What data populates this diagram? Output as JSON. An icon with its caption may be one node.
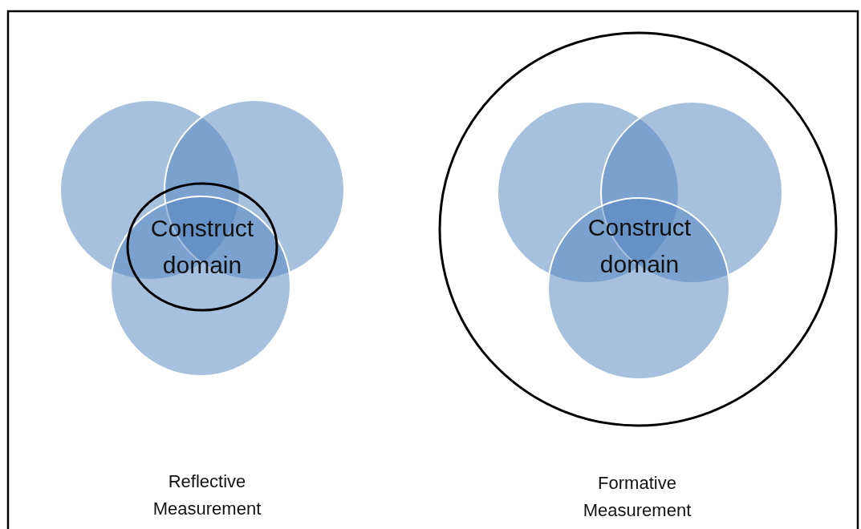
{
  "diagram": {
    "nodes": [
      {
        "text": [],
        "shape": "circle"
      },
      {
        "text": [],
        "shape": "circle"
      },
      {
        "text": [],
        "shape": "circle"
      },
      {
        "text": [
          "Construct domain"
        ]
      },
      {
        "text": [],
        "shape": "circle"
      },
      {
        "text": [],
        "shape": "circle",
        "in": 4
      },
      {
        "text": [],
        "shape": "circle",
        "in": 4
      },
      {
        "text": [],
        "shape": "circle",
        "in": 4
      }
    ],
    "labels": [
      "Construct domain",
      "Reflective Measurement",
      "Formative Measurement"
    ]
  }
}
